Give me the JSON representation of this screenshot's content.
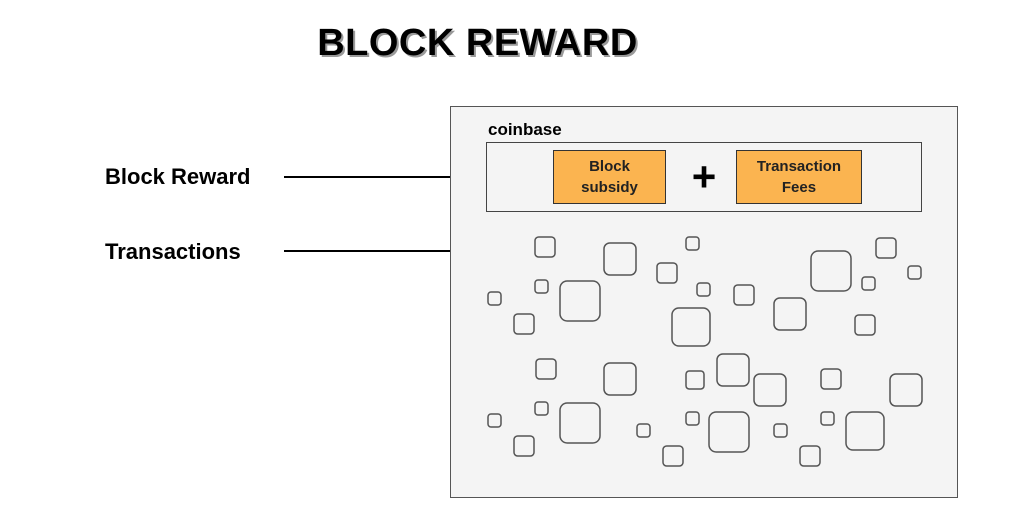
{
  "title": "BLOCK REWARD",
  "left_labels": {
    "block_reward": "Block Reward",
    "transactions": "Transactions"
  },
  "block": {
    "coinbase_label": "coinbase",
    "block_subsidy_line1": "Block",
    "block_subsidy_line2": "subsidy",
    "plus_sign": "+",
    "fees_line1": "Transaction",
    "fees_line2": "Fees"
  },
  "colors": {
    "reward_box": "#fbb450",
    "block_background": "#f4f4f4",
    "transaction_square_stroke": "#555555"
  }
}
